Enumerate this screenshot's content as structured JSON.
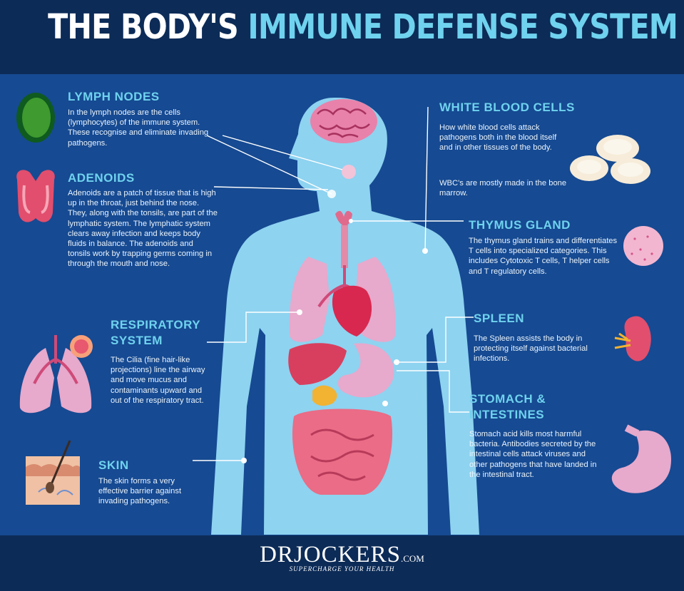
{
  "title": {
    "part1": "THE BODY'S",
    "part2": "IMMUNE DEFENSE SYSTEM"
  },
  "sections": {
    "lymph_nodes": {
      "heading": "LYMPH NODES",
      "text": "In the lymph nodes are the cells (lymphocytes) of the immune system. These recognise and eliminate invading pathogens."
    },
    "adenoids": {
      "heading": "ADENOIDS",
      "text": "Adenoids are a patch of tissue that is high up in the throat, just behind the nose. They, along with the tonsils, are part of the lymphatic system. The lymphatic system clears away infection and keeps body fluids in balance. The adenoids and tonsils work by trapping germs coming in through the mouth and nose."
    },
    "respiratory": {
      "heading": "RESPIRATORY SYSTEM",
      "text": "The Cilia (fine hair-like projections) line the airway and move mucus and contaminants upward and out of the respiratory tract."
    },
    "skin": {
      "heading": "SKIN",
      "text": "The skin forms a very effective barrier against invading pathogens."
    },
    "white_blood_cells": {
      "heading": "WHITE BLOOD CELLS",
      "text": "How white blood cells attack pathogens both in the blood itself and in other tissues of the body.",
      "text2": "WBC's are mostly made in the bone marrow."
    },
    "thymus": {
      "heading": "THYMUS GLAND",
      "text": "The thymus gland trains and differentiates T cells into specialized categories. This includes Cytotoxic T cells, T helper cells and T regulatory cells."
    },
    "spleen": {
      "heading": "SPLEEN",
      "text": "The Spleen assists the body in protecting itself against bacterial infections."
    },
    "stomach": {
      "heading": "STOMACH & INTESTINES",
      "text": "Stomach acid kills most harmful bacteria. Antibodies secreted by the intestinal cells attack viruses and other pathogens that have landed in the intestinal tract."
    }
  },
  "brand": {
    "name": "DRJOCKERS",
    "suffix": ".COM",
    "tagline": "SUPERCHARGE YOUR HEALTH"
  },
  "colors": {
    "background": "#164a92",
    "header": "#0c2b57",
    "accent": "#6fd2ee",
    "body_silhouette": "#8ed3f0",
    "organ_pink": "#e56b8d"
  }
}
